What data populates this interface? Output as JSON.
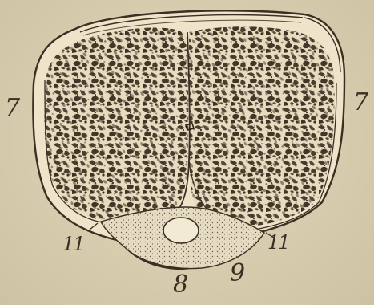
{
  "figure": {
    "labels": {
      "left_7": "7",
      "right_7": "7",
      "left_11": "11",
      "right_11": "11",
      "bottom_8": "8",
      "bottom_9": "9"
    },
    "colors": {
      "paper": "#d8ceb2",
      "ink": "#3a2f22",
      "cell_fill": "#ece3c9",
      "texture_dark": "#4a3d2c"
    }
  }
}
